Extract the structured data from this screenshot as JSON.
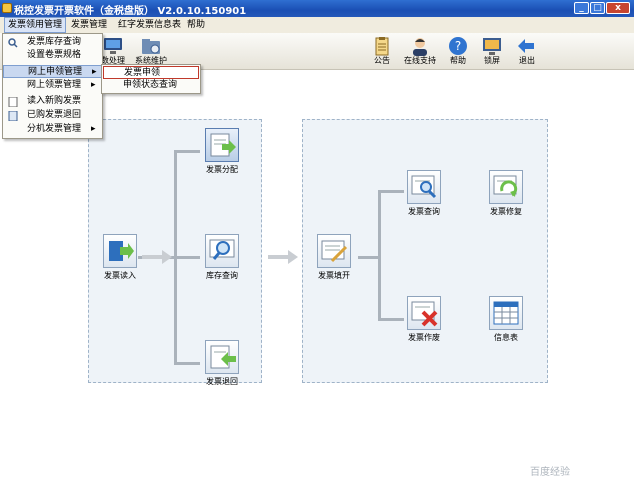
{
  "window": {
    "title": "税控发票开票软件（金税盘版） V2.0.10.150901",
    "min_symbol": "_",
    "max_symbol": "□",
    "close_symbol": "x"
  },
  "menubar": {
    "items": [
      "发票领用管理",
      "发票管理",
      "红字发票信息表",
      "帮助"
    ]
  },
  "toolbar": {
    "left_buttons": [
      {
        "label": "数处理",
        "icon": "monitor-icon"
      },
      {
        "label": "系统维护",
        "icon": "folder-settings-icon"
      }
    ],
    "right_buttons": [
      {
        "label": "公告",
        "icon": "clipboard-icon"
      },
      {
        "label": "在线支持",
        "icon": "support-agent-icon"
      },
      {
        "label": "帮助",
        "icon": "help-icon"
      },
      {
        "label": "锁屏",
        "icon": "lock-screen-icon"
      },
      {
        "label": "退出",
        "icon": "exit-arrow-icon"
      }
    ]
  },
  "dropdown_main": {
    "items": [
      {
        "label": "发票库存查询",
        "has_submenu": false
      },
      {
        "label": "设置卷票规格",
        "has_submenu": false
      },
      {
        "label": "网上申领管理",
        "has_submenu": true
      },
      {
        "label": "网上领票管理",
        "has_submenu": true
      },
      {
        "label": "读入新购发票",
        "has_submenu": false
      },
      {
        "label": "已购发票退回",
        "has_submenu": false
      },
      {
        "label": "分机发票管理",
        "has_submenu": true
      }
    ],
    "submenu_arrow": "▸"
  },
  "dropdown_sub": {
    "items": [
      "发票申领",
      "申领状态查询"
    ]
  },
  "workflow": {
    "left_nodes": {
      "read": "发票读入",
      "distribute": "发票分配",
      "stock_query": "库存查询",
      "return": "发票退回"
    },
    "right_nodes": {
      "fill": "发票填开",
      "query": "发票查询",
      "repair": "发票修复",
      "void": "发票作废",
      "info": "信息表"
    }
  },
  "watermark": "百度经验",
  "colors": {
    "title_bar": "#1b4fb4",
    "menu_bar": "#f0ecdf",
    "highlight": "#c9d8f0",
    "group_bg": "#eef3f8"
  }
}
